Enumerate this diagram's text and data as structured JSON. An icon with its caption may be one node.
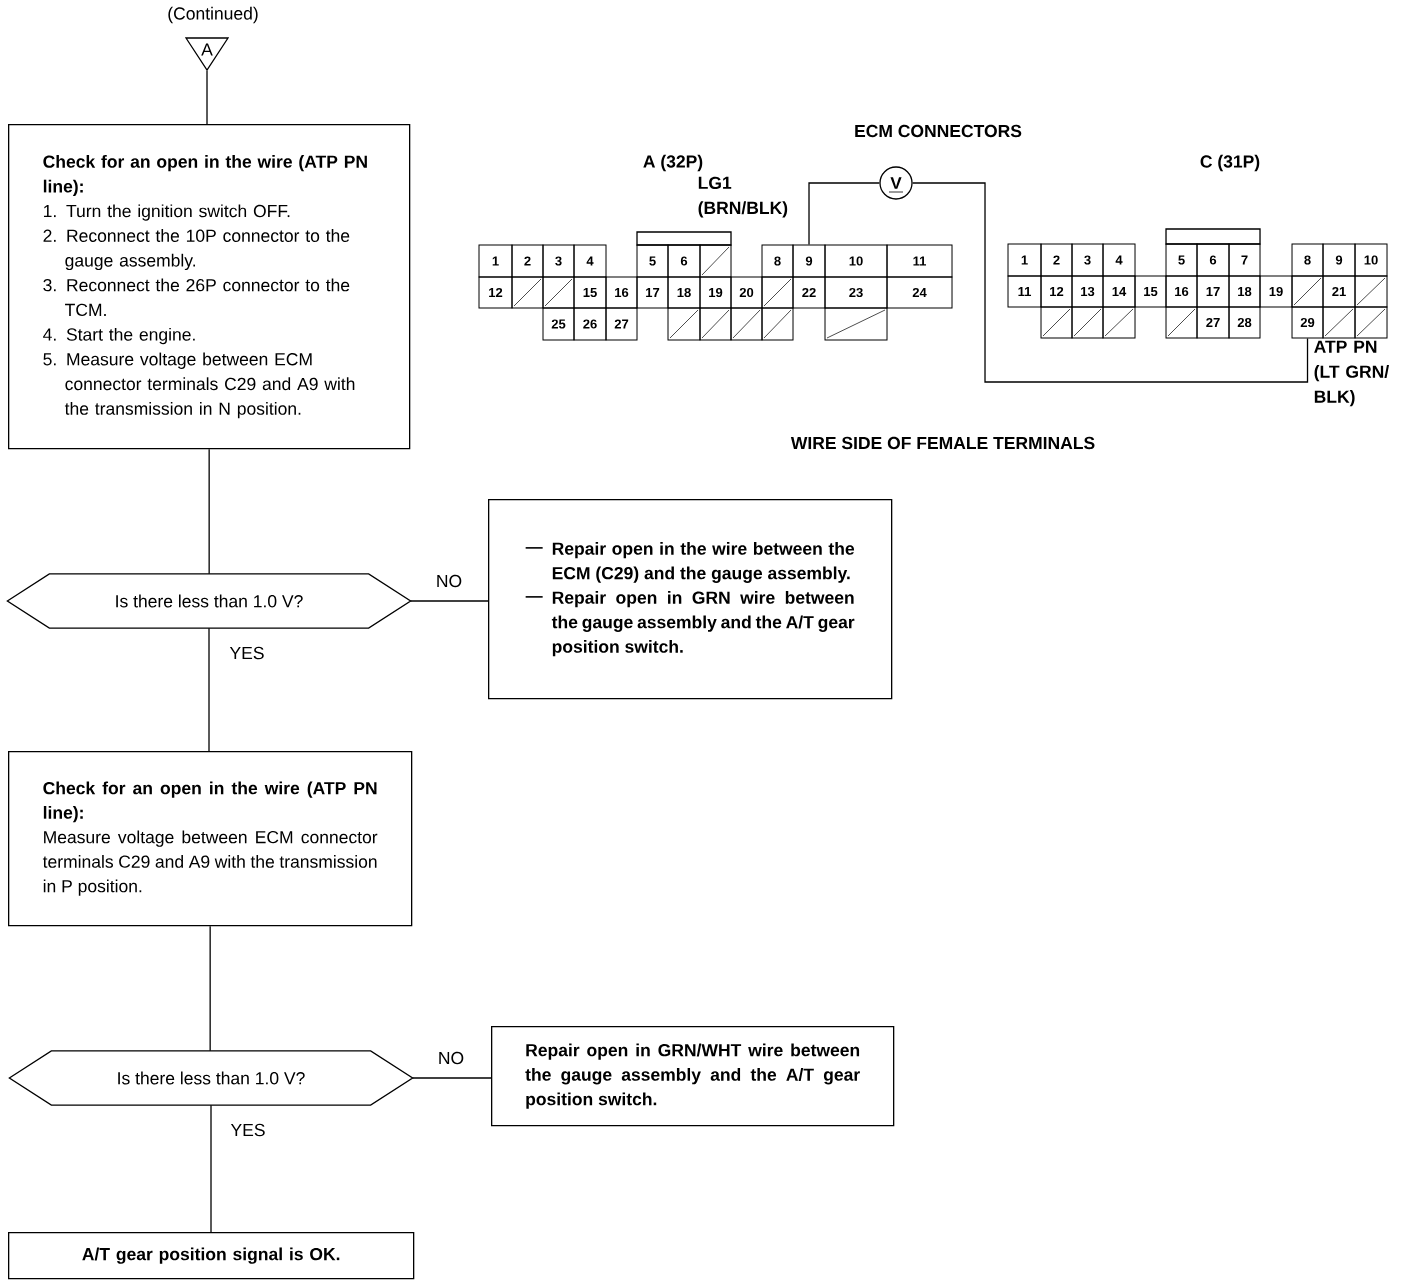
{
  "diagram": {
    "nodes": [
      {
        "text": [
          "A"
        ],
        "beside": [
          "(Continued)"
        ]
      },
      {
        "text": [
          "Check for an open in the wire (ATP PN line):",
          "1. Turn the ignition switch OFF.",
          "2. Reconnect the 10P connector to the gauge assembly.",
          "3. Reconnect the 26P connector to the TCM.",
          "4. Start the engine.",
          "5. Measure voltage between ECM connector terminals C29 and A9 with the transmission in N position."
        ]
      },
      {
        "text": [
          "Is there less than 1.0 V?"
        ]
      },
      {
        "text": [
          "Repair open in the wire between the ECM (C29) and the gauge assembly.",
          "Repair open in GRN wire between the gauge assembly and the A/T gear position switch."
        ]
      },
      {
        "text": [
          "Check for an open in the wire (ATP PN line):",
          "Measure voltage between ECM connector terminals C29 and A9 with the transmission in P position."
        ]
      },
      {
        "text": [
          "Is there less than 1.0 V?"
        ]
      },
      {
        "text": [
          "Repair open in GRN/WHT wire between the gauge assembly and the A/T gear position switch."
        ]
      },
      {
        "text": [
          "A/T gear position signal is OK."
        ]
      },
      {
        "text": [
          "V"
        ]
      },
      {
        "text": [
          "9"
        ],
        "beside": [
          "LG1 (BRN/BLK)"
        ]
      },
      {
        "text": [
          "29"
        ],
        "beside": [
          "ATP PN (LT GRN/BLK)"
        ]
      }
    ],
    "edges": [
      {
        "from": 0,
        "to": 1,
        "arrow": "none"
      },
      {
        "from": 1,
        "to": 2,
        "arrow": "none"
      },
      {
        "from": 2,
        "to": 3,
        "arrow": "none",
        "label": "NO"
      },
      {
        "from": 2,
        "to": 4,
        "arrow": "none",
        "label": "YES"
      },
      {
        "from": 4,
        "to": 5,
        "arrow": "none"
      },
      {
        "from": 5,
        "to": 6,
        "arrow": "none",
        "label": "NO"
      },
      {
        "from": 5,
        "to": 7,
        "arrow": "none",
        "label": "YES"
      },
      {
        "from": 8,
        "to": 9,
        "arrow": "none"
      },
      {
        "from": 8,
        "to": 10,
        "arrow": "none"
      }
    ],
    "labels": [
      "ECM CONNECTORS",
      "A (32P)",
      "C (31P)",
      "1",
      "2",
      "3",
      "4",
      "5",
      "6",
      "8",
      "10",
      "11",
      "12",
      "15",
      "16",
      "17",
      "18",
      "19",
      "20",
      "22",
      "23",
      "24",
      "25",
      "26",
      "27",
      "1",
      "2",
      "3",
      "4",
      "5",
      "6",
      "7",
      "8",
      "9",
      "10",
      "11",
      "12",
      "13",
      "14",
      "15",
      "16",
      "17",
      "18",
      "19",
      "21",
      "27",
      "28",
      "WIRE SIDE OF FEMALE TERMINALS"
    ]
  }
}
